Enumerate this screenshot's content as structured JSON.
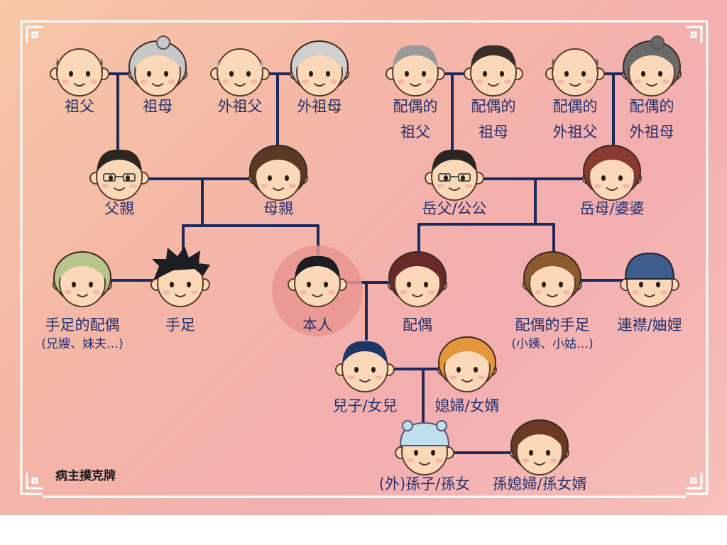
{
  "colors": {
    "line": "#1f2a5c",
    "border": "#ffffff",
    "highlight": "#e7958e",
    "text": "#24306b"
  },
  "watermark": "病主撲克牌",
  "nodes": [
    {
      "id": "zufu",
      "lines": [
        "祖父"
      ],
      "face": "grandpa-bald"
    },
    {
      "id": "zumu",
      "lines": [
        "祖母"
      ],
      "face": "grandma-bun"
    },
    {
      "id": "waizufu",
      "lines": [
        "外祖父"
      ],
      "face": "grandpa-bald-side"
    },
    {
      "id": "waizumu",
      "lines": [
        "外祖母"
      ],
      "face": "grandma-curly"
    },
    {
      "id": "po-zufu",
      "lines": [
        "配偶的",
        "祖父"
      ],
      "face": "grandpa-gray"
    },
    {
      "id": "po-zumu",
      "lines": [
        "配偶的",
        "祖母"
      ],
      "face": "grandma-dark"
    },
    {
      "id": "po-waizufu",
      "lines": [
        "配偶的",
        "外祖父"
      ],
      "face": "grandpa-bald"
    },
    {
      "id": "po-waizumu",
      "lines": [
        "配偶的",
        "外祖母"
      ],
      "face": "grandma-bun-dark"
    },
    {
      "id": "fuqin",
      "lines": [
        "父親"
      ],
      "face": "man-glasses"
    },
    {
      "id": "muqin",
      "lines": [
        "母親"
      ],
      "face": "woman-curly"
    },
    {
      "id": "yuefu",
      "lines": [
        "岳父/公公"
      ],
      "face": "man-glasses"
    },
    {
      "id": "yuemu",
      "lines": [
        "岳母/婆婆"
      ],
      "face": "woman-redhair"
    },
    {
      "id": "shouzu-po",
      "lines": [
        "手足的配偶"
      ],
      "sub": "(兄嫂、妹夫…)",
      "face": "woman-green"
    },
    {
      "id": "shouzu",
      "lines": [
        "手足"
      ],
      "face": "boy-spiky"
    },
    {
      "id": "benren",
      "lines": [
        "本人"
      ],
      "face": "self",
      "highlight": true
    },
    {
      "id": "peiou",
      "lines": [
        "配偶"
      ],
      "face": "woman-maroon"
    },
    {
      "id": "po-shouzu",
      "lines": [
        "配偶的手足"
      ],
      "sub": "(小姨、小姑…)",
      "face": "girl-ponytail"
    },
    {
      "id": "lianjin",
      "lines": [
        "連襟/妯娌"
      ],
      "face": "man-beanie"
    },
    {
      "id": "erzi",
      "lines": [
        "兒子/女兒"
      ],
      "face": "boy-blue"
    },
    {
      "id": "xifu",
      "lines": [
        "媳婦/女婿"
      ],
      "face": "girl-orange"
    },
    {
      "id": "sunzi",
      "lines": [
        "(外)孫子/孫女"
      ],
      "face": "baby-hat"
    },
    {
      "id": "sunxifu",
      "lines": [
        "孫媳婦/孫女婿"
      ],
      "face": "girl-pigtails"
    }
  ]
}
